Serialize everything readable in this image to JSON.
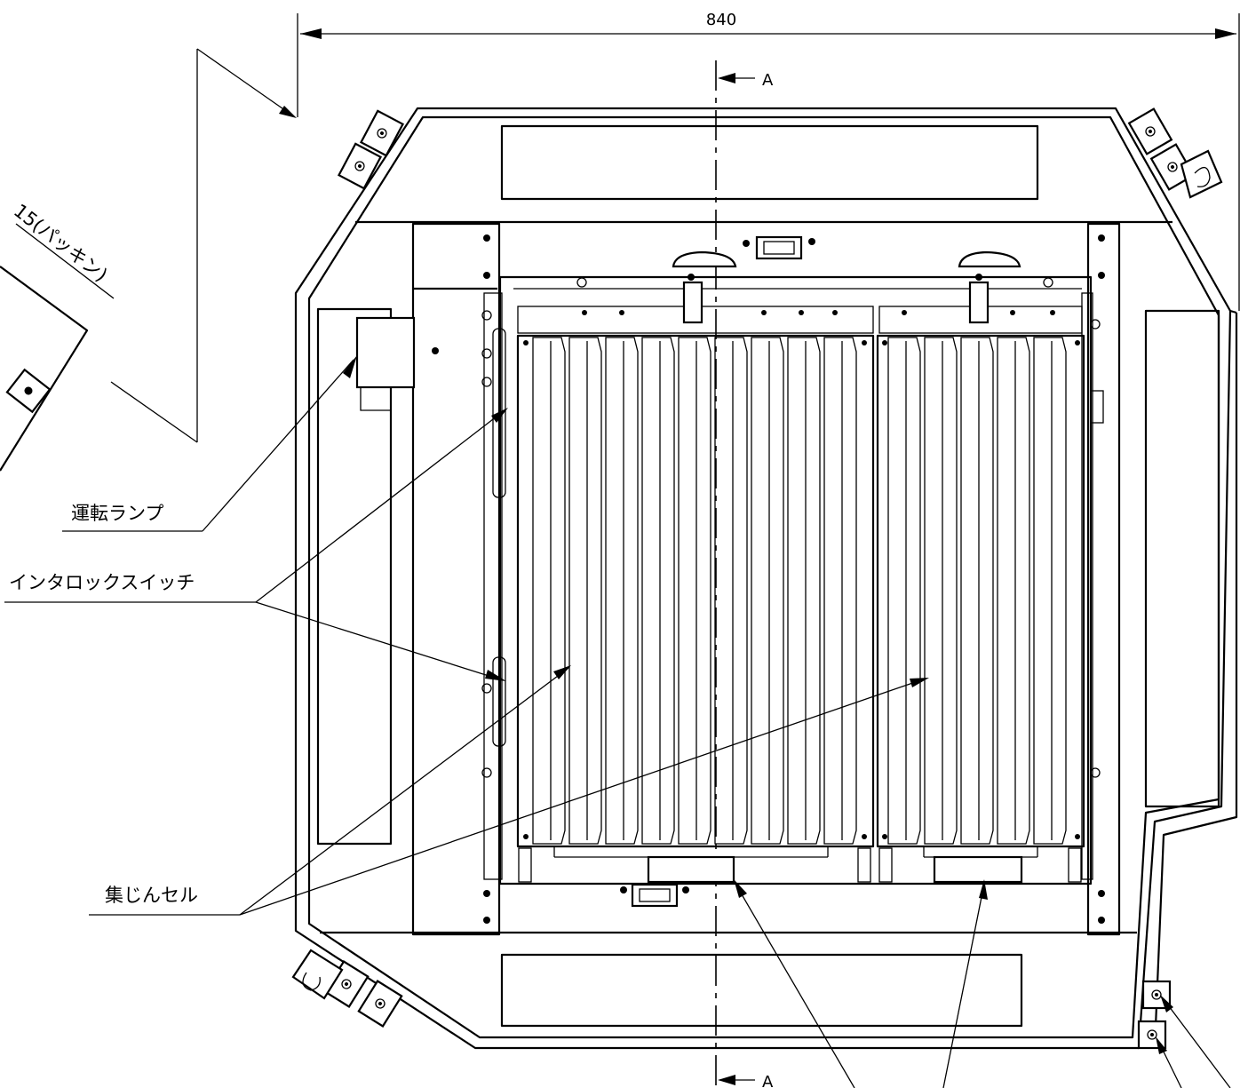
{
  "dimension": {
    "width_value": "840"
  },
  "section": {
    "marker_top": "A",
    "marker_bottom": "A"
  },
  "labels": {
    "gasket": "15(パッキン)",
    "lamp": "運転ランプ",
    "interlock": "インタロックスイッチ",
    "cell": "集じんセル"
  },
  "colors": {
    "line": "#000000",
    "background": "#ffffff"
  }
}
